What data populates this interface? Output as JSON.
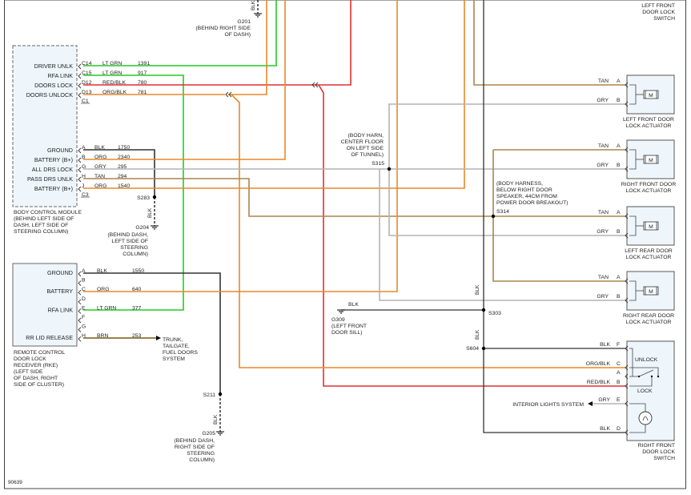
{
  "top_right_switch_caption": [
    "LEFT FRONT",
    "DOOR LOCK",
    "SWITCH"
  ],
  "g201": {
    "label": "G201",
    "note": [
      "(BEHIND RIGHT SIDE",
      "OF DASH)"
    ],
    "wire": "BLK"
  },
  "bcm": {
    "caption": [
      "BODY CONTROL MODULE",
      "(BEHIND LEFT SIDE OF",
      "DASH, LEFT SIDE OF",
      "STEERING COLUMN)"
    ],
    "conn1": [
      {
        "name": "DRIVER UNLK",
        "pin": "C14",
        "color": "LT GRN",
        "circuit": "1391"
      },
      {
        "name": "RFA LINK",
        "pin": "C15",
        "color": "LT GRN",
        "circuit": "917"
      },
      {
        "name": "DOORS LOCK",
        "pin": "D12",
        "color": "RED/BLK",
        "circuit": "780"
      },
      {
        "name": "DOORS UNLOCK",
        "pin": "D13",
        "color": "ORG/BLK",
        "circuit": "781"
      }
    ],
    "conn1_id": "C1",
    "conn2": [
      {
        "name": "GROUND",
        "pin": "A",
        "color": "BLK",
        "circuit": "1750"
      },
      {
        "name": "BATTERY (B+)",
        "pin": "B",
        "color": "ORG",
        "circuit": "2340"
      },
      {
        "name": "ALL DRS LOCK",
        "pin": "G",
        "color": "GRY",
        "circuit": "295"
      },
      {
        "name": "PASS DRS UNLK",
        "pin": "H",
        "color": "TAN",
        "circuit": "294"
      },
      {
        "name": "BATTERY (B+)",
        "pin": "J",
        "color": "ORG",
        "circuit": "1540"
      }
    ],
    "conn2_id": "C3"
  },
  "s283": "S283",
  "g204": {
    "label": "G204",
    "note": [
      "(BEHIND DASH,",
      "LEFT SIDE OF",
      "STEERING",
      "COLUMN)"
    ],
    "wire": "BLK"
  },
  "rke": {
    "caption": [
      "REMOTE CONTROL",
      "DOOR LOCK",
      "RECEIVER (RKE)",
      "(LEFT SIDE",
      "OF DASH, RIGHT",
      "SIDE OF CLUSTER)"
    ],
    "rows": [
      {
        "name": "GROUND",
        "pin": "A",
        "color": "BLK",
        "circuit": "1550"
      },
      {
        "name": "",
        "pin": "B",
        "color": "",
        "circuit": ""
      },
      {
        "name": "BATTERY",
        "pin": "C",
        "color": "ORG",
        "circuit": "640"
      },
      {
        "name": "",
        "pin": "D",
        "color": "",
        "circuit": ""
      },
      {
        "name": "RFA LINK",
        "pin": "E",
        "color": "LT GRN",
        "circuit": "377"
      },
      {
        "name": "",
        "pin": "F",
        "color": "",
        "circuit": ""
      },
      {
        "name": "",
        "pin": "G",
        "color": "",
        "circuit": ""
      },
      {
        "name": "RR LID RELEASE",
        "pin": "H",
        "color": "BRN",
        "circuit": "253"
      }
    ]
  },
  "trunk": [
    "TRUNK,",
    "TAILGATE,",
    "FUEL DOORS",
    "SYSTEM"
  ],
  "s211": "S211",
  "g205": {
    "label": "G205",
    "note": [
      "(BEHIND DASH,",
      "RIGHT SIDE OF",
      "STEERING",
      "COLUMN)"
    ],
    "wire": "BLK"
  },
  "s315": {
    "label": "S315",
    "note": [
      "(BODY HARN,",
      "CENTER FLOOR",
      "ON LEFT SIDE",
      "OF TUNNEL)"
    ]
  },
  "s314": {
    "label": "S314",
    "note": [
      "(BODY HARNESS,",
      "BELOW RIGHT DOOR",
      "SPEAKER, 44CM FROM",
      "POWER DOOR BREAKOUT)"
    ]
  },
  "g309": {
    "label": "G309",
    "note": [
      "(LEFT FRONT",
      "DOOR SILL)"
    ],
    "wire": "BLK"
  },
  "s303": {
    "label": "S303",
    "wire": "BLK"
  },
  "s604": {
    "label": "S604",
    "wire": "BLK"
  },
  "actuators": [
    {
      "caption": [
        "LEFT FRONT DOOR",
        "LOCK ACTUATOR"
      ],
      "w1": "TAN",
      "p1": "A",
      "w2": "GRY",
      "p2": "B"
    },
    {
      "caption": [
        "RIGHT FRONT DOOR",
        "LOCK ACTUATOR"
      ],
      "w1": "TAN",
      "p1": "A",
      "w2": "GRY",
      "p2": "B"
    },
    {
      "caption": [
        "LEFT REAR DOOR",
        "LOCK ACTUATOR"
      ],
      "w1": "TAN",
      "p1": "A",
      "w2": "GRY",
      "p2": "B"
    },
    {
      "caption": [
        "RIGHT REAR DOOR",
        "LOCK ACTUATOR"
      ],
      "w1": "TAN",
      "p1": "A",
      "w2": "GRY",
      "p2": "B"
    }
  ],
  "motor_label": "M",
  "rf_switch": {
    "caption": [
      "RIGHT FRONT",
      "DOOR LOCK",
      "SWITCH"
    ],
    "rows": [
      {
        "color": "BLK",
        "pin": "F"
      },
      {
        "color": "ORG/BLK",
        "pin": "C"
      },
      {
        "color": "",
        "pin": "A"
      },
      {
        "color": "RED/BLK",
        "pin": "B"
      },
      {
        "color": "GRY",
        "pin": "E"
      },
      {
        "color": "BLK",
        "pin": "D"
      }
    ],
    "unlock": "UNLOCK",
    "lock": "LOCK"
  },
  "interior_lights": "INTERIOR LIGHTS SYSTEM",
  "diagram_id": "90639",
  "colors": {
    "ltgrn": "#22cc22",
    "org": "#e8892a",
    "redblk": "#e03030",
    "tan": "#a8864e",
    "gry": "#b4b4b4",
    "blk": "#333333",
    "brn": "#7a5a14",
    "box_fill": "#eef6fc"
  }
}
